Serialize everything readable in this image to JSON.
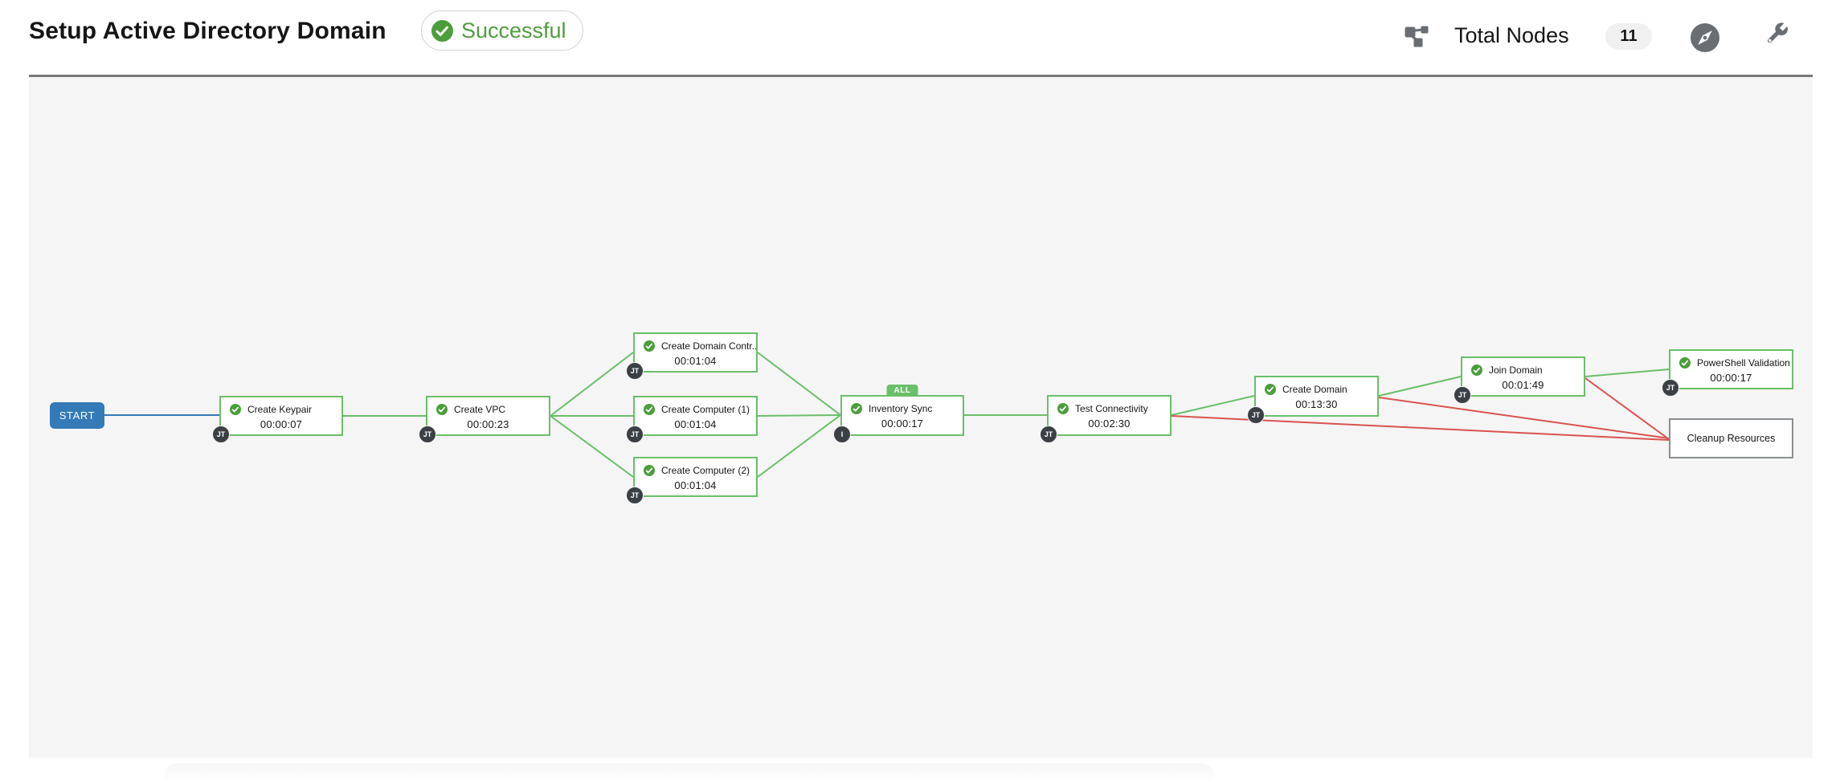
{
  "header": {
    "title": "Setup Active Directory Domain",
    "status_badge": {
      "label": "Successful",
      "state": "successful"
    },
    "toolbar": {
      "total_nodes_label": "Total Nodes",
      "total_nodes_count": "11",
      "icons": [
        "workflow-sitemap-icon",
        "compass-icon",
        "wrench-icon"
      ]
    }
  },
  "graph": {
    "start_label": "START",
    "nodes": [
      {
        "label": "Create Keypair",
        "elapsed": "00:00:07",
        "type_badge": "JT",
        "status": "successful"
      },
      {
        "label": "Create VPC",
        "elapsed": "00:00:23",
        "type_badge": "JT",
        "status": "successful"
      },
      {
        "label": "Create Domain Contr...",
        "elapsed": "00:01:04",
        "type_badge": "JT",
        "status": "successful"
      },
      {
        "label": "Create Computer (1)",
        "elapsed": "00:01:04",
        "type_badge": "JT",
        "status": "successful"
      },
      {
        "label": "Create Computer (2)",
        "elapsed": "00:01:04",
        "type_badge": "JT",
        "status": "successful"
      },
      {
        "label": "Inventory Sync",
        "elapsed": "00:00:17",
        "type_badge": "I",
        "status": "successful",
        "convergence": "ALL"
      },
      {
        "label": "Test Connectivity",
        "elapsed": "00:02:30",
        "type_badge": "JT",
        "status": "successful"
      },
      {
        "label": "Create Domain",
        "elapsed": "00:13:30",
        "type_badge": "JT",
        "status": "successful"
      },
      {
        "label": "Join Domain",
        "elapsed": "00:01:49",
        "type_badge": "JT",
        "status": "successful"
      },
      {
        "label": "PowerShell Validation",
        "elapsed": "00:00:17",
        "type_badge": "JT",
        "status": "successful"
      },
      {
        "label": "Cleanup Resources",
        "elapsed": "",
        "type_badge": "",
        "status": "not-run"
      }
    ],
    "edges": [
      {
        "from": "START",
        "to": "Create Keypair",
        "condition": "always"
      },
      {
        "from": "Create Keypair",
        "to": "Create VPC",
        "condition": "on-success"
      },
      {
        "from": "Create VPC",
        "to": "Create Domain Contr...",
        "condition": "on-success"
      },
      {
        "from": "Create VPC",
        "to": "Create Computer (1)",
        "condition": "on-success"
      },
      {
        "from": "Create VPC",
        "to": "Create Computer (2)",
        "condition": "on-success"
      },
      {
        "from": "Create Domain Contr...",
        "to": "Inventory Sync",
        "condition": "on-success"
      },
      {
        "from": "Create Computer (1)",
        "to": "Inventory Sync",
        "condition": "on-success"
      },
      {
        "from": "Create Computer (2)",
        "to": "Inventory Sync",
        "condition": "on-success"
      },
      {
        "from": "Inventory Sync",
        "to": "Test Connectivity",
        "condition": "on-success"
      },
      {
        "from": "Test Connectivity",
        "to": "Create Domain",
        "condition": "on-success"
      },
      {
        "from": "Test Connectivity",
        "to": "Cleanup Resources",
        "condition": "on-failure"
      },
      {
        "from": "Create Domain",
        "to": "Join Domain",
        "condition": "on-success"
      },
      {
        "from": "Create Domain",
        "to": "Cleanup Resources",
        "condition": "on-failure"
      },
      {
        "from": "Join Domain",
        "to": "PowerShell Validation",
        "condition": "on-success"
      },
      {
        "from": "Join Domain",
        "to": "Cleanup Resources",
        "condition": "on-failure"
      }
    ]
  },
  "colors": {
    "success_green": "#6abf69",
    "check_green": "#4b9e3b",
    "status_text_green": "#4f9e3e",
    "failure_red": "#d9534f",
    "always_blue": "#337ab7",
    "canvas_bg": "#f5f5f5",
    "badge_dark": "#3b4045",
    "icon_gray": "#6a6e73",
    "notrun_border": "#8a8d90"
  }
}
